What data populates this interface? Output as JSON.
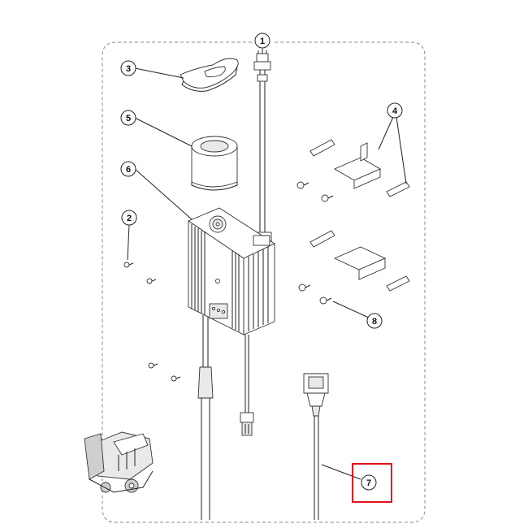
{
  "diagram": {
    "callouts": [
      {
        "id": "c1",
        "label": "1"
      },
      {
        "id": "c2",
        "label": "2"
      },
      {
        "id": "c3",
        "label": "3"
      },
      {
        "id": "c4",
        "label": "4"
      },
      {
        "id": "c5",
        "label": "5"
      },
      {
        "id": "c6",
        "label": "6"
      },
      {
        "id": "c7",
        "label": "7"
      },
      {
        "id": "c8",
        "label": "8"
      }
    ],
    "highlight_color": "#e0141b",
    "line_color": "#222222",
    "frame_style": "dashed-rounded"
  }
}
